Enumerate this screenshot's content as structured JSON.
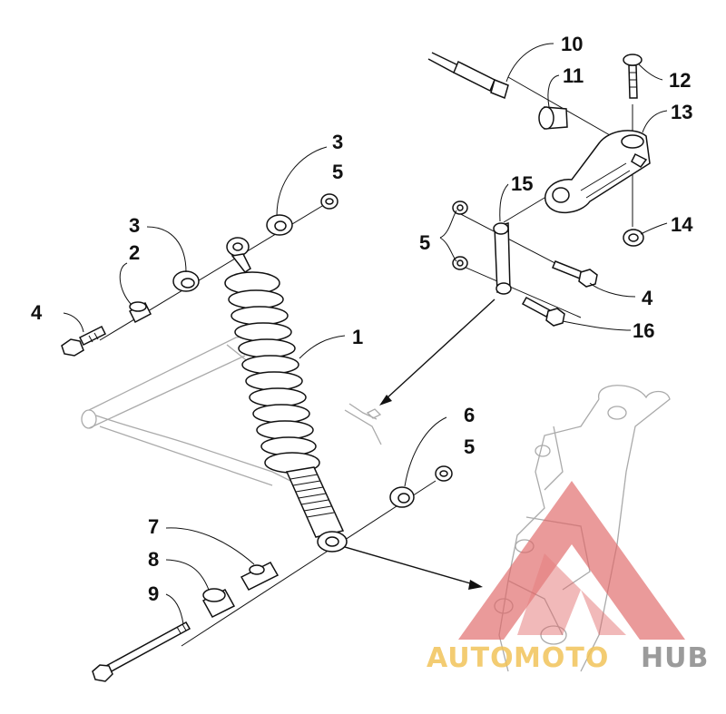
{
  "diagram": {
    "labels": {
      "l1": "1",
      "l2": "2",
      "l3a": "3",
      "l3b": "3",
      "l4a": "4",
      "l4b": "4",
      "l5a": "5",
      "l5b": "5",
      "l5c": "5",
      "l6": "6",
      "l7": "7",
      "l8": "8",
      "l9": "9",
      "l10": "10",
      "l11": "11",
      "l12": "12",
      "l13": "13",
      "l14": "14",
      "l15": "15",
      "l16": "16"
    }
  },
  "watermark": {
    "part1": "AUTO",
    "part2": "MOTO",
    "part3": "HUB",
    "colors": {
      "triangle": "#e06a6a",
      "auto": "#f2c45a",
      "moto": "#f2c45a",
      "hub": "#8a8a8a"
    }
  }
}
